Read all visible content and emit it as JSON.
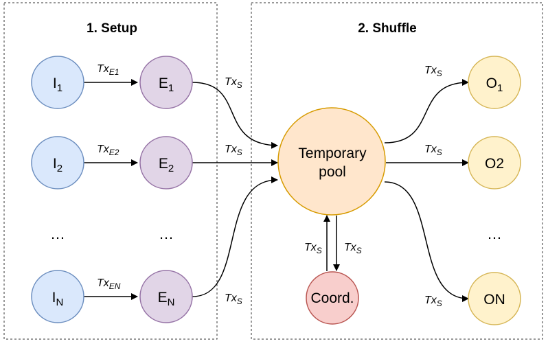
{
  "panels": {
    "setup": {
      "title": "1. Setup"
    },
    "shuffle": {
      "title": "2. Shuffle"
    }
  },
  "inputs": [
    {
      "base": "I",
      "sub": "1"
    },
    {
      "base": "I",
      "sub": "2"
    },
    {
      "base": "I",
      "sub": "N"
    }
  ],
  "escrows": [
    {
      "base": "E",
      "sub": "1"
    },
    {
      "base": "E",
      "sub": "2"
    },
    {
      "base": "E",
      "sub": "N"
    }
  ],
  "outputs": [
    {
      "base": "O",
      "sub": "1",
      "subscript": true
    },
    {
      "base": "O",
      "sub": "2",
      "subscript": false
    },
    {
      "base": "O",
      "sub": "N",
      "subscript": false
    }
  ],
  "pool": {
    "line1": "Temporary",
    "line2": "pool"
  },
  "coordinator": {
    "label": "Coord."
  },
  "ellipsis": "…",
  "edge_labels": {
    "tx_prefix": "Tx",
    "input_to_escrow": [
      "E1",
      "E2",
      "EN"
    ],
    "shuffle": "S"
  },
  "colors": {
    "input_fill": "#dae8fc",
    "input_stroke": "#6c8ebf",
    "escrow_fill": "#e1d5e7",
    "escrow_stroke": "#9673a6",
    "output_fill": "#fff2cc",
    "output_stroke": "#d6b656",
    "pool_fill": "#ffe6cc",
    "pool_stroke": "#d79b00",
    "coord_fill": "#f8cecc",
    "coord_stroke": "#b85450"
  }
}
